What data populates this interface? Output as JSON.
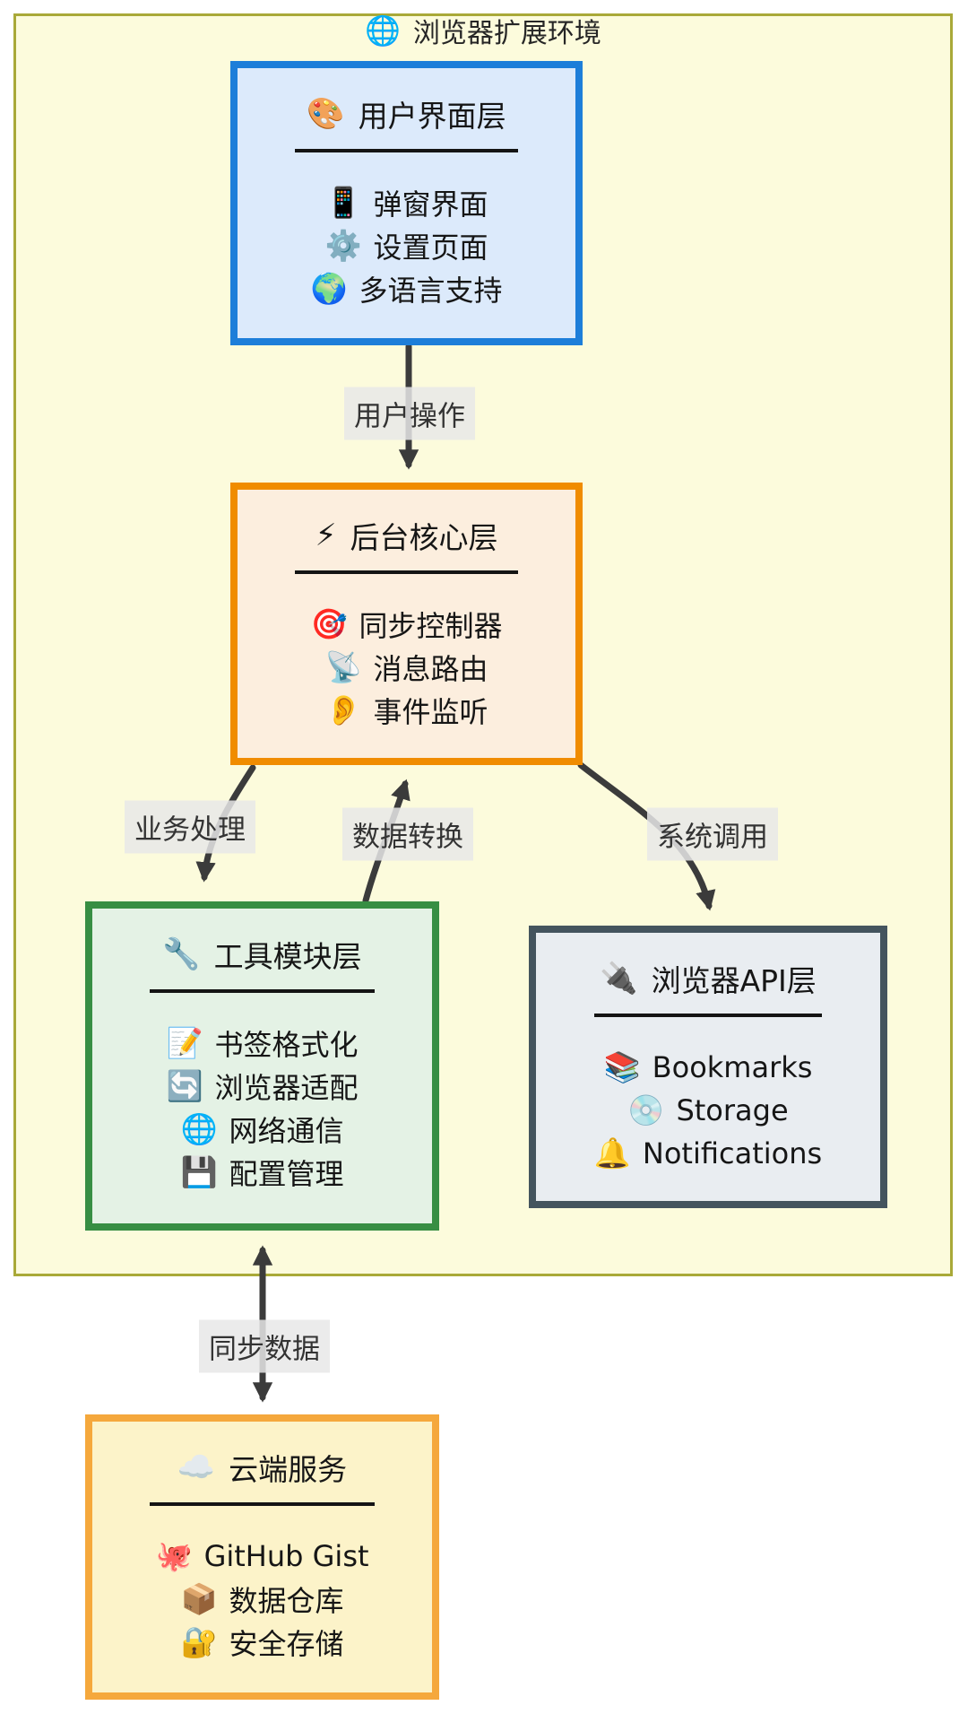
{
  "diagram": {
    "container_title": {
      "icon_name": "globe-with-meridians-icon",
      "icon": "🌐",
      "text": "浏览器扩展环境"
    },
    "nodes": {
      "ui": {
        "icon_name": "palette-icon",
        "icon": "🎨",
        "title": "用户界面层",
        "items": [
          {
            "icon_name": "mobile-phone-icon",
            "icon": "📱",
            "label": "弹窗界面"
          },
          {
            "icon_name": "gear-icon",
            "icon": "⚙️",
            "label": "设置页面"
          },
          {
            "icon_name": "earth-globe-icon",
            "icon": "🌍",
            "label": "多语言支持"
          }
        ]
      },
      "core": {
        "icon_name": "lightning-icon",
        "icon": "⚡",
        "title": "后台核心层",
        "items": [
          {
            "icon_name": "target-icon",
            "icon": "🎯",
            "label": "同步控制器"
          },
          {
            "icon_name": "satellite-antenna-icon",
            "icon": "📡",
            "label": "消息路由"
          },
          {
            "icon_name": "ear-icon",
            "icon": "👂",
            "label": "事件监听"
          }
        ]
      },
      "tools": {
        "icon_name": "wrench-icon",
        "icon": "🔧",
        "title": "工具模块层",
        "items": [
          {
            "icon_name": "memo-icon",
            "icon": "📝",
            "label": "书签格式化"
          },
          {
            "icon_name": "sync-arrows-icon",
            "icon": "🔄",
            "label": "浏览器适配"
          },
          {
            "icon_name": "globe-with-meridians-icon",
            "icon": "🌐",
            "label": "网络通信"
          },
          {
            "icon_name": "floppy-disk-icon",
            "icon": "💾",
            "label": "配置管理"
          }
        ]
      },
      "api": {
        "icon_name": "electric-plug-icon",
        "icon": "🔌",
        "title": "浏览器API层",
        "items": [
          {
            "icon_name": "books-icon",
            "icon": "📚",
            "label": "Bookmarks"
          },
          {
            "icon_name": "optical-disc-icon",
            "icon": "💿",
            "label": "Storage"
          },
          {
            "icon_name": "bell-icon",
            "icon": "🔔",
            "label": "Notifications"
          }
        ]
      },
      "cloud": {
        "icon_name": "cloud-icon",
        "icon": "☁️",
        "title": "云端服务",
        "items": [
          {
            "icon_name": "octopus-icon",
            "icon": "🐙",
            "label": "GitHub Gist"
          },
          {
            "icon_name": "package-icon",
            "icon": "📦",
            "label": "数据仓库"
          },
          {
            "icon_name": "locked-with-key-icon",
            "icon": "🔐",
            "label": "安全存储"
          }
        ]
      }
    },
    "edge_labels": {
      "user_action": "用户操作",
      "business": "业务处理",
      "transform": "数据转换",
      "syscall": "系统调用",
      "sync": "同步数据"
    },
    "colors": {
      "page_bg": "#ffffff",
      "container_bg": "#fcfbdc",
      "container_border": "#a9a938",
      "ui_border": "#1d7ed9",
      "ui_bg": "#dceafb",
      "core_border": "#f08c00",
      "core_bg": "#fceede",
      "tools_border": "#378e43",
      "tools_bg": "#e4f2e5",
      "api_border": "#44545e",
      "api_bg": "#e9edf1",
      "cloud_border": "#f5a83c",
      "cloud_bg": "#fcf3c9",
      "arrow": "#3b3b3b",
      "edge_label_bg": "#e8e8e8"
    }
  }
}
